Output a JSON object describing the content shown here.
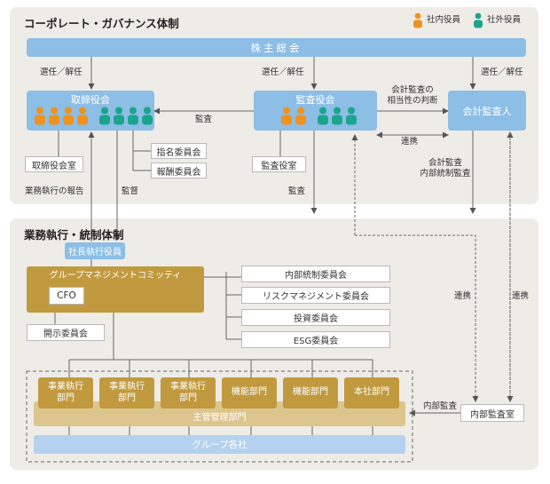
{
  "governance": {
    "title": "コーポレート・ガバナンス体制",
    "legend": {
      "internal": "社内役員",
      "external": "社外役員",
      "internal_color": "#f0921e",
      "external_color": "#1aa58c"
    },
    "shareholders": "株主総会",
    "elect_labels": [
      "選任／解任",
      "選任／解任",
      "選任／解任"
    ],
    "board": "取締役会",
    "audit_board": "監査役会",
    "auditor": "会計監査人",
    "audit_label_1": "監査",
    "appropriateness": "会計監査の\n相当性の判断",
    "cooperation_1": "連携",
    "board_office": "取締役会室",
    "nomination": "指名委員会",
    "compensation": "報酬委員会",
    "audit_office": "監査役室",
    "report_label": "業務執行の報告",
    "supervision_label": "監督",
    "audit_label_2": "監査",
    "accounting_audit_label": "会計監査\n内部統制監査"
  },
  "execution": {
    "title": "業務執行・統制体制",
    "president": "社長執行役員",
    "gmc": "グループマネジメントコミッティ",
    "cfo": "CFO",
    "disclosure": "開示委員会",
    "committees": [
      "内部統制委員会",
      "リスクマネジメント委員会",
      "投資委員会",
      "ESG委員会"
    ],
    "cooperation_left": "連携",
    "cooperation_right": "連携",
    "units": [
      "事業執行\n部門",
      "事業執行\n部門",
      "事業執行\n部門",
      "機能部門",
      "機能部門",
      "本社部門"
    ],
    "mgmt": "主管管理部門",
    "group": "グループ各社",
    "internal_audit_label": "内部監査",
    "internal_audit_office": "内部監査室"
  }
}
